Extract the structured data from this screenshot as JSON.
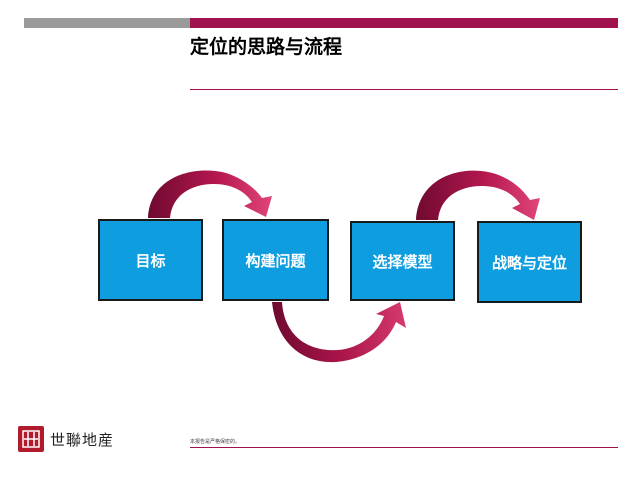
{
  "slide": {
    "title": "定位的思路与流程",
    "footer_note": "本报告是严格保密的。"
  },
  "boxes": [
    {
      "label": "目标"
    },
    {
      "label": "构建问题"
    },
    {
      "label": "选择模型"
    },
    {
      "label": "战略与定位"
    }
  ],
  "logo": {
    "text": "世聯地産"
  },
  "colors": {
    "accent": "#a0124e",
    "box_fill": "#0e9ee0",
    "gray_bar": "#9a9a9a",
    "arrow_dark": "#7a0a33",
    "arrow_light": "#d63a6e"
  }
}
